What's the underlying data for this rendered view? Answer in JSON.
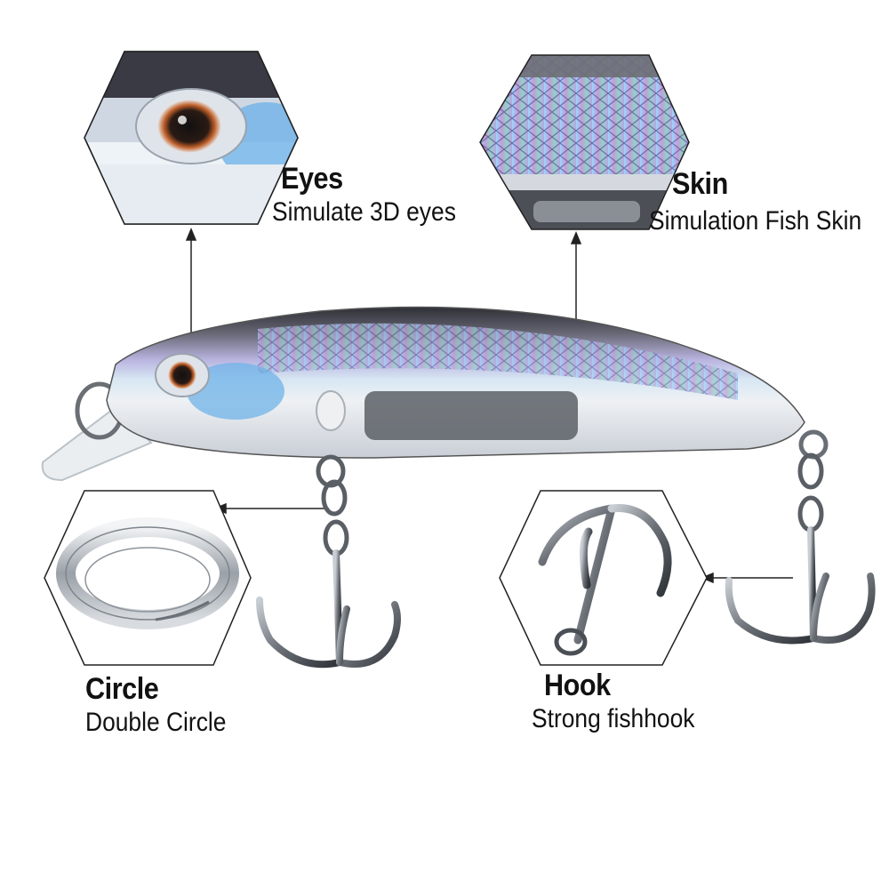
{
  "features": {
    "eyes": {
      "title": "Eyes",
      "description": "Simulate 3D eyes"
    },
    "skin": {
      "title": "Skin",
      "description": "Simulation Fish Skin"
    },
    "circle": {
      "title": "Circle",
      "description": "Double Circle"
    },
    "hook": {
      "title": "Hook",
      "description": "Strong fishhook"
    }
  },
  "icons": [
    "fishing-lure-icon",
    "eye-closeup-icon",
    "fish-scale-closeup-icon",
    "split-ring-icon",
    "treble-hook-icon"
  ],
  "colors": {
    "background": "#ffffff",
    "text": "#111111",
    "lure_back": "#3a3a42",
    "lure_belly": "#dfe4ea",
    "iridescent": "#8a7fd0",
    "hook_metal": "#555a60"
  }
}
